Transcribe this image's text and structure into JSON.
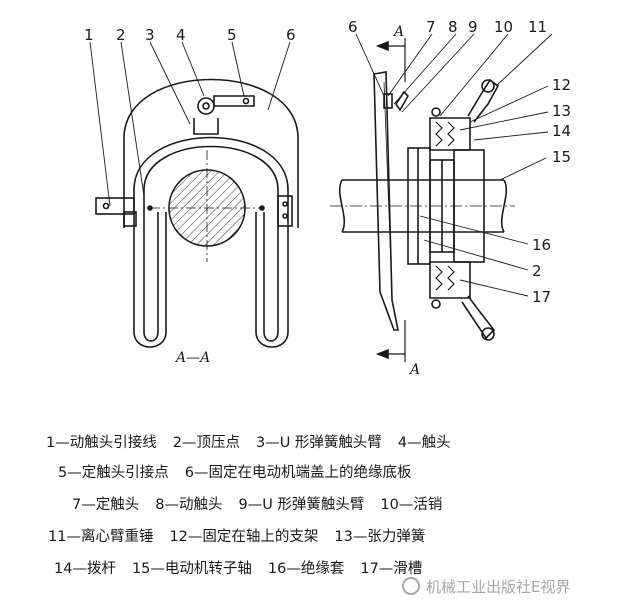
{
  "labels_left": [
    "1",
    "2",
    "3",
    "4",
    "5",
    "6"
  ],
  "labels_right": [
    "6",
    "7",
    "8",
    "9",
    "10",
    "11",
    "12",
    "13",
    "14",
    "15",
    "16",
    "2",
    "17"
  ],
  "section_labels": {
    "view_caption": "A—A",
    "arrow_top": "A",
    "arrow_bottom": "A"
  },
  "legend": [
    [
      "1—动触头引接线",
      "2—顶压点",
      "3—U 形弹簧触头臂",
      "4—触头"
    ],
    [
      "5—定触头引接点",
      "6—固定在电动机端盖上的绝缘底板"
    ],
    [
      "7—定触头",
      "8—动触头",
      "9—U 形弹簧触头臂",
      "10—活销"
    ],
    [
      "11—离心臂重锤",
      "12—固定在轴上的支架",
      "13—张力弹簧"
    ],
    [
      "14—拨杆",
      "15—电动机转子轴",
      "16—绝缘套",
      "17—滑槽"
    ]
  ],
  "watermark": "机械工业出版社E视界"
}
